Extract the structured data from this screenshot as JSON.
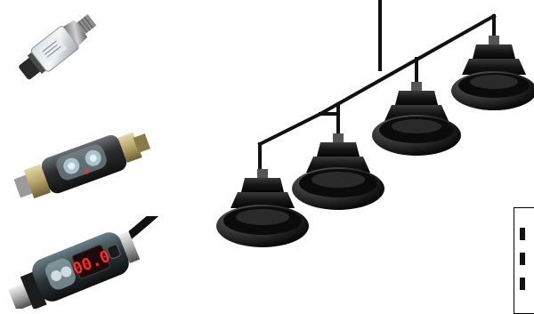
{
  "sensors": [
    {
      "name": "pressure-transducer",
      "type": "analog"
    },
    {
      "name": "pressure-switch-led",
      "type": "led-indicator"
    },
    {
      "name": "digital-pressure-switch",
      "type": "digital",
      "display": "00.0"
    }
  ],
  "diagram": {
    "line_color": "#111111",
    "cup_color": "#1a1a1a",
    "cups": 4
  },
  "caption_box": {
    "lines": [
      "",
      "",
      ""
    ]
  }
}
